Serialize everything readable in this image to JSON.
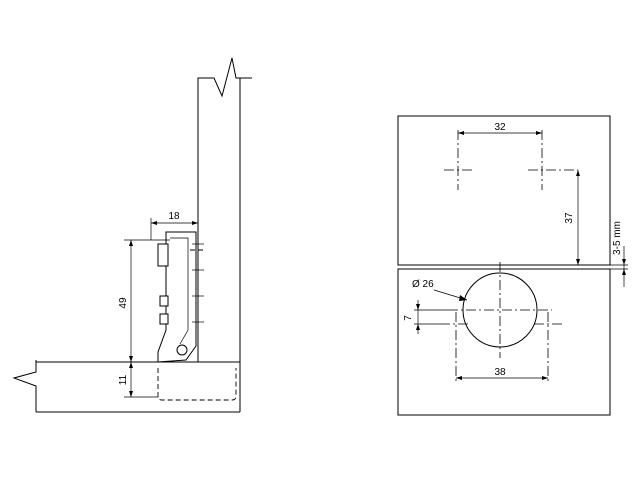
{
  "side_view": {
    "dim_top_label": "18",
    "dim_height_label": "49",
    "dim_base_label": "11"
  },
  "plan_view": {
    "dim_hole_spacing_label": "32",
    "dim_vertical_offset_label": "37",
    "dim_gap_label": "3-5 mm",
    "dim_cup_diameter_label": "Ø 26",
    "dim_cup_offset_label": "7",
    "dim_cup_holes_label": "38"
  }
}
